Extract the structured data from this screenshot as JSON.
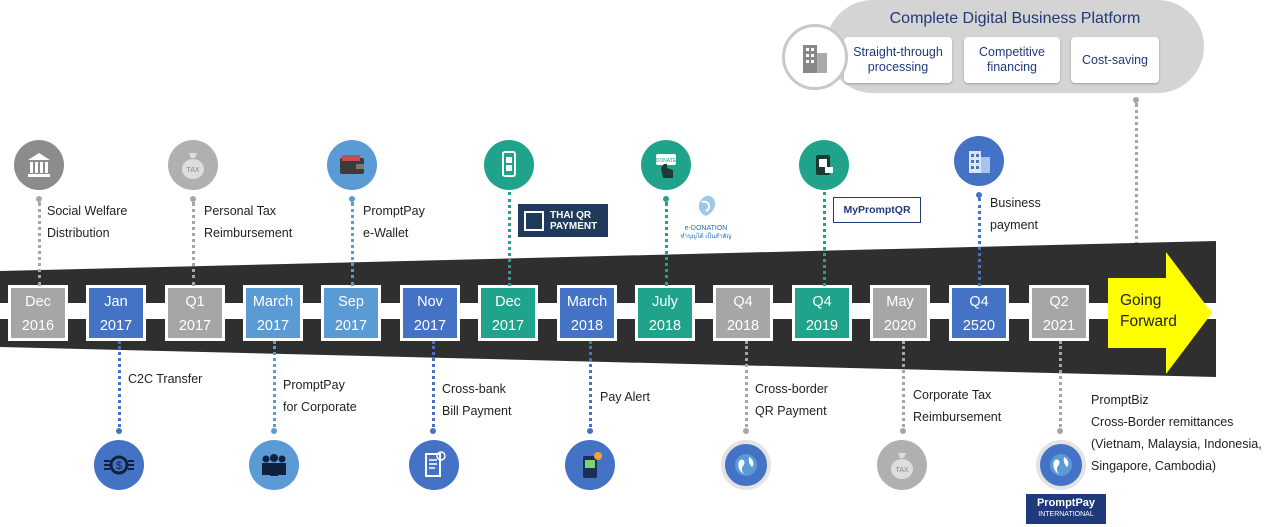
{
  "platform": {
    "title": "Complete Digital Business Platform",
    "cards": [
      "Straight-through processing",
      "Competitive financing",
      "Cost-saving"
    ]
  },
  "timeline": [
    {
      "label1": "Dec",
      "label2": "2016",
      "color": "gray"
    },
    {
      "label1": "Jan",
      "label2": "2017",
      "color": "blue"
    },
    {
      "label1": "Q1",
      "label2": "2017",
      "color": "gray"
    },
    {
      "label1": "March",
      "label2": "2017",
      "color": "lblue"
    },
    {
      "label1": "Sep",
      "label2": "2017",
      "color": "lblue"
    },
    {
      "label1": "Nov",
      "label2": "2017",
      "color": "blue"
    },
    {
      "label1": "Dec",
      "label2": "2017",
      "color": "teal"
    },
    {
      "label1": "March",
      "label2": "2018",
      "color": "blue"
    },
    {
      "label1": "July",
      "label2": "2018",
      "color": "teal"
    },
    {
      "label1": "Q4",
      "label2": "2018",
      "color": "gray"
    },
    {
      "label1": "Q4",
      "label2": "2019",
      "color": "teal"
    },
    {
      "label1": "May",
      "label2": "2020",
      "color": "gray"
    },
    {
      "label1": "Q4",
      "label2": "2520",
      "color": "blue"
    },
    {
      "label1": "Q2",
      "label2": "2021",
      "color": "gray"
    }
  ],
  "going_forward": {
    "line1": "Going",
    "line2": "Forward"
  },
  "top_captions": [
    {
      "line1": "Social Welfare",
      "line2": "Distribution"
    },
    {
      "line1": "Personal Tax",
      "line2": "Reimbursement"
    },
    {
      "line1": "PromptPay",
      "line2": "e-Wallet"
    },
    {
      "line1": "Business",
      "line2": "payment"
    }
  ],
  "bottom_captions": [
    {
      "line1": "C2C Transfer"
    },
    {
      "line1": "PromptPay",
      "line2": "for Corporate"
    },
    {
      "line1": "Cross-bank",
      "line2": "Bill Payment"
    },
    {
      "line1": "Pay Alert"
    },
    {
      "line1": "Cross-border",
      "line2": "QR Payment"
    },
    {
      "line1": "Corporate Tax",
      "line2": "Reimbursement"
    },
    {
      "line1": "PromptBiz",
      "line2": "Cross-Border remittances",
      "line3": "(Vietnam, Malaysia, Indonesia,",
      "line4": "Singapore, Cambodia)"
    }
  ],
  "logos": {
    "thai_qr_1": "THAI QR",
    "thai_qr_2": "PAYMENT",
    "edonation_1": "e-DONATION",
    "edonation_2": "ทำบุญได้ เป็นสำคัญ",
    "donate": "DONATE",
    "myqr": "MyPromptQR",
    "ppi_1": "PromptPay",
    "ppi_2": "INTERNATIONAL",
    "tax_1": "TAX",
    "tax_2": "TAX"
  },
  "colors": {
    "gray": "#a6a6a6",
    "blue": "#4472c4",
    "lblue": "#5b9bd5",
    "teal": "#1fa38a",
    "band": "#2f2f2f",
    "arrow": "#ffff00"
  }
}
